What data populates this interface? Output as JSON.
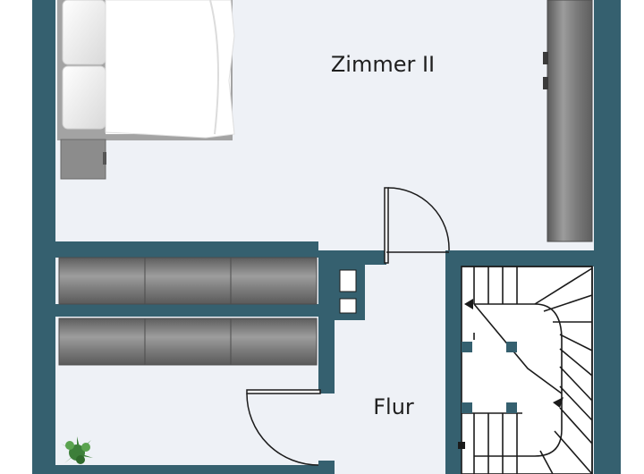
{
  "rooms": [
    {
      "id": "zimmer",
      "label": "Zimmer II"
    },
    {
      "id": "flur",
      "label": "Flur"
    }
  ],
  "colors": {
    "wall": "#35606f",
    "floor": "#eef1f6",
    "stair_line": "#1b1b1b",
    "wardrobe": "#8b8b8b",
    "bed_frame": "#9a9a9a",
    "sheet": "#ffffff",
    "plant": "#3d7f3a"
  },
  "icons": [
    "bed-icon",
    "nightstand-icon",
    "wardrobe-icon",
    "door-swing-icon",
    "staircase-icon",
    "plant-icon"
  ]
}
